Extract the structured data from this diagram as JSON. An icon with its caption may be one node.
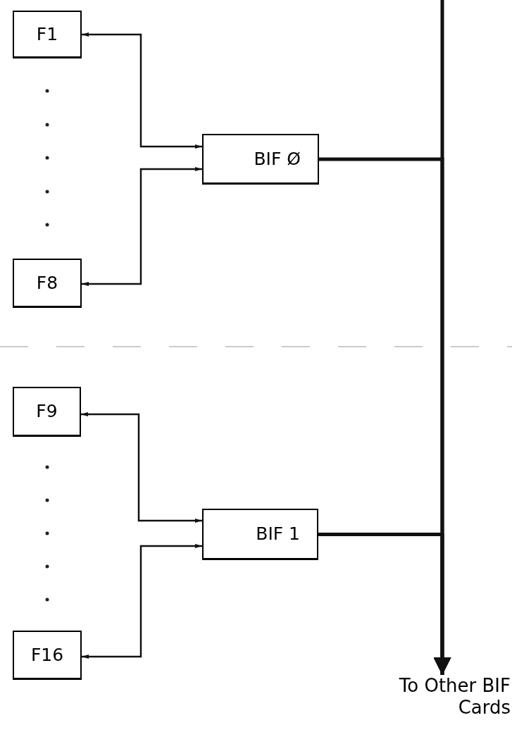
{
  "diagram": {
    "nodes": [
      {
        "text": [
          "F1"
        ]
      },
      {
        "text": [
          "F8"
        ]
      },
      {
        "text": [
          "BIF Ø"
        ]
      },
      {
        "text": [
          "F9"
        ]
      },
      {
        "text": [
          "F16"
        ]
      },
      {
        "text": [
          "BIF 1"
        ]
      },
      {
        "text": [
          "To Other BIF Cards"
        ]
      }
    ],
    "edges": [
      {
        "from": 0,
        "to": 2,
        "arrow": "both"
      },
      {
        "from": 1,
        "to": 2,
        "arrow": "both"
      },
      {
        "from": 3,
        "to": 5,
        "arrow": "both"
      },
      {
        "from": 4,
        "to": 5,
        "arrow": "both"
      },
      {
        "from": null,
        "to": 6,
        "arrow": "to",
        "style": "thick"
      },
      {
        "from": 2,
        "to": 6,
        "arrow": "to",
        "style": "thick"
      },
      {
        "from": 5,
        "to": 6,
        "arrow": "to",
        "style": "thick"
      }
    ]
  }
}
